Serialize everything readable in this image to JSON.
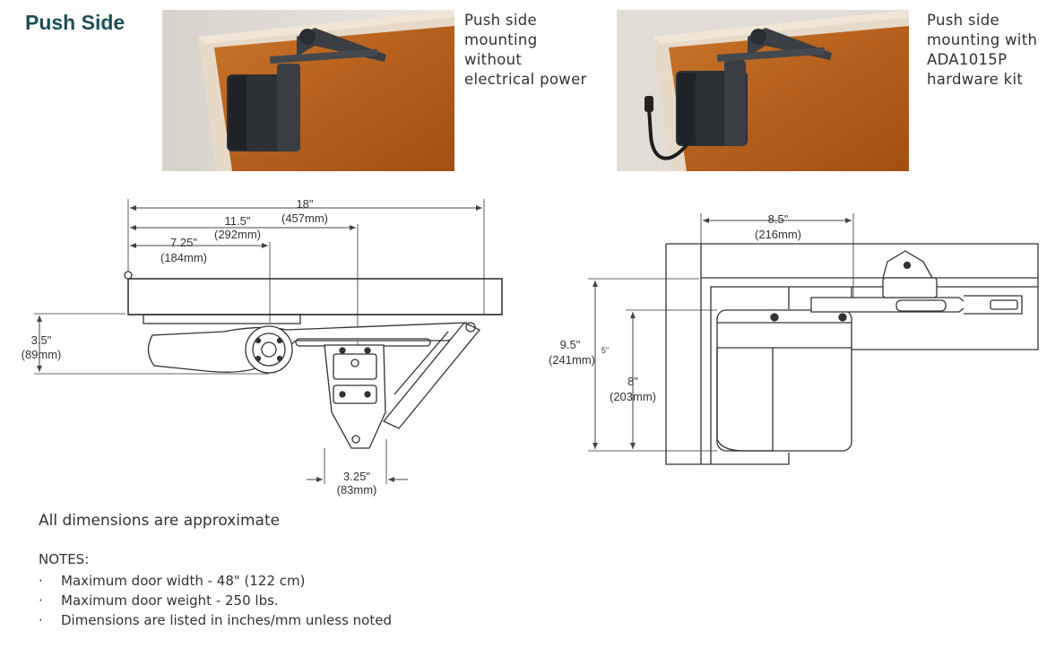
{
  "header": {
    "title": "Push Side"
  },
  "photos": [
    {
      "caption_lines": [
        "Push side",
        "mounting",
        "without",
        "electrical power"
      ]
    },
    {
      "caption_lines": [
        "Push side",
        "mounting with",
        "ADA1015P",
        "hardware kit"
      ]
    }
  ],
  "left_drawing": {
    "dims": {
      "overall_in": "18\"",
      "overall_mm": "(457mm)",
      "mid_in": "11.5\"",
      "mid_mm": "(292mm)",
      "short_in": "7.25\"",
      "short_mm": "(184mm)",
      "height_in": "3.5\"",
      "height_mm": "(89mm)",
      "base_in": "3.25\"",
      "base_mm": "(83mm)"
    }
  },
  "right_drawing": {
    "dims": {
      "width_in": "8.5\"",
      "width_mm": "(216mm)",
      "tall_in": "9.5\"",
      "tall_mm": "(241mm)",
      "tall_note": "5\"",
      "body_in": "8\"",
      "body_mm": "(203mm)"
    }
  },
  "footer": {
    "approx": "All dimensions are approximate",
    "notes_heading": "NOTES:",
    "notes": [
      "Maximum door width - 48\" (122 cm)",
      "Maximum door weight - 250 lbs.",
      "Dimensions are listed in inches/mm unless noted"
    ]
  }
}
